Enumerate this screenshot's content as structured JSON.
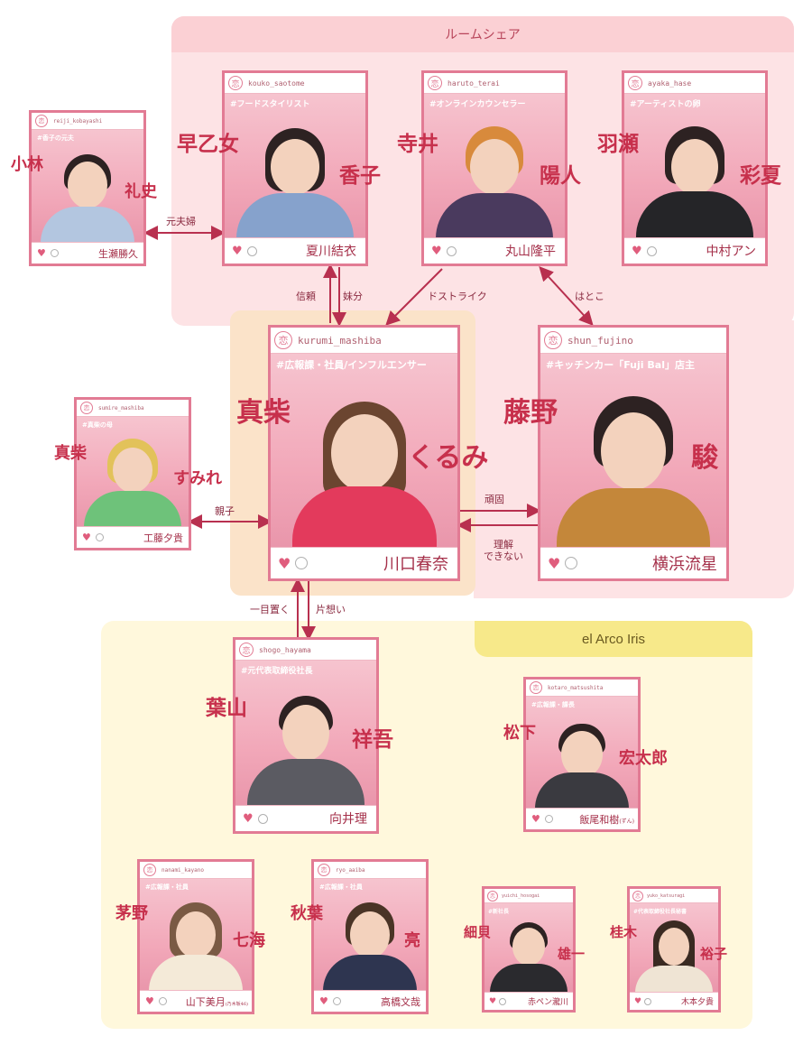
{
  "regions": {
    "share": "ルームシェア",
    "arco": "el Arco Iris"
  },
  "colors": {
    "accent": "#c7304c",
    "card_border": "#e27b94",
    "share_bg": "#fde3e5",
    "arco_bg": "#fff8dc",
    "arco_tab": "#f7e98a"
  },
  "icons": {
    "card_logo": "恋",
    "like": "heart-icon",
    "comment": "comment-icon"
  },
  "cards": {
    "kurumi": {
      "handle": "kurumi_mashiba",
      "tag": "#広報課・社員/インフルエンサー",
      "actor": "川口春奈",
      "name1": "真柴",
      "name2": "くるみ"
    },
    "shun": {
      "handle": "shun_fujino",
      "tag": "#キッチンカー「Fuji Bal」店主",
      "actor": "横浜流星",
      "name1": "藤野",
      "name2": "駿"
    },
    "kouko": {
      "handle": "kouko_saotome",
      "tag": "#フードスタイリスト",
      "actor": "夏川結衣",
      "name1": "早乙女",
      "name2": "香子"
    },
    "haruto": {
      "handle": "haruto_terai",
      "tag": "#オンラインカウンセラー",
      "actor": "丸山隆平",
      "name1": "寺井",
      "name2": "陽人"
    },
    "ayaka": {
      "handle": "ayaka_hase",
      "tag": "#アーティストの卵",
      "actor": "中村アン",
      "name1": "羽瀬",
      "name2": "彩夏"
    },
    "reiji": {
      "handle": "reiji_kobayashi",
      "tag": "#香子の元夫",
      "actor": "生瀬勝久",
      "name1": "小林",
      "name2": "礼史"
    },
    "sumire": {
      "handle": "sumire_mashiba",
      "tag": "#真柴の母",
      "actor": "工藤夕貴",
      "name1": "真柴",
      "name2": "すみれ"
    },
    "shogo": {
      "handle": "shogo_hayama",
      "tag": "#元代表取締役社長",
      "actor": "向井理",
      "name1": "葉山",
      "name2": "祥吾"
    },
    "kotaro": {
      "handle": "kotaro_matsushita",
      "tag": "#広報課・課長",
      "actor": "飯尾和樹",
      "actor_note": "(ずん)",
      "name1": "松下",
      "name2": "宏太郎"
    },
    "nanami": {
      "handle": "nanami_kayano",
      "tag": "#広報課・社員",
      "actor": "山下美月",
      "actor_note": "(乃木坂46)",
      "name1": "茅野",
      "name2": "七海"
    },
    "ryo": {
      "handle": "ryo_aaiba",
      "tag": "#広報課・社員",
      "actor": "高橋文哉",
      "name1": "秋葉",
      "name2": "亮"
    },
    "yuichi": {
      "handle": "yuichi_hosogai",
      "tag": "#新社長",
      "actor": "赤ペン瀧川",
      "name1": "細貝",
      "name2": "雄一"
    },
    "yuko": {
      "handle": "yuko_katsuragi",
      "tag": "#代表取締役社長秘書",
      "actor": "木本夕貴",
      "name1": "桂木",
      "name2": "裕子"
    }
  },
  "relations": {
    "ex_spouse": "元夫婦",
    "trust": "信頼",
    "sister": "妹分",
    "distrike": "ドストライク",
    "cousin": "はとこ",
    "stubborn": "頑固",
    "no_understand_1": "理解",
    "no_understand_2": "できない",
    "parent_child": "親子",
    "respect": "一目置く",
    "crush": "片想い"
  }
}
